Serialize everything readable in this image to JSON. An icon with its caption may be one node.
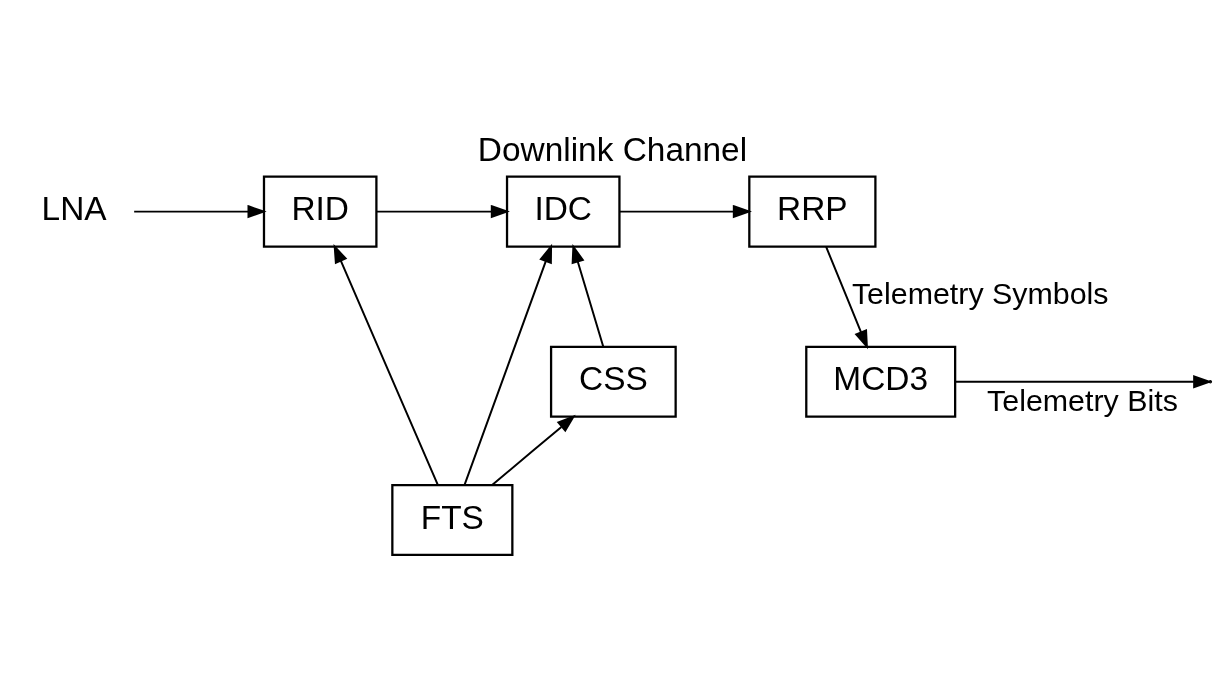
{
  "diagram": {
    "title": "Downlink Channel",
    "nodes": [
      {
        "text": [
          "LNA"
        ]
      },
      {
        "text": [
          "RID"
        ]
      },
      {
        "text": [
          "IDC"
        ]
      },
      {
        "text": [
          "RRP"
        ]
      },
      {
        "text": [
          "CSS"
        ]
      },
      {
        "text": [
          "MCD3"
        ]
      },
      {
        "text": [
          "FTS"
        ]
      }
    ],
    "edges": [
      {
        "from": 0,
        "to": 1,
        "arrow": "to"
      },
      {
        "from": 1,
        "to": 2,
        "arrow": "to"
      },
      {
        "from": 2,
        "to": 3,
        "arrow": "to"
      },
      {
        "from": 3,
        "to": 5,
        "arrow": "to",
        "label": "Telemetry Symbols"
      },
      {
        "from": 5,
        "to": null,
        "arrow": "to",
        "label": "Telemetry Bits"
      },
      {
        "from": 6,
        "to": 1,
        "arrow": "to"
      },
      {
        "from": 6,
        "to": 2,
        "arrow": "to"
      },
      {
        "from": 6,
        "to": 4,
        "arrow": "to"
      },
      {
        "from": 4,
        "to": 2,
        "arrow": "to"
      }
    ]
  }
}
